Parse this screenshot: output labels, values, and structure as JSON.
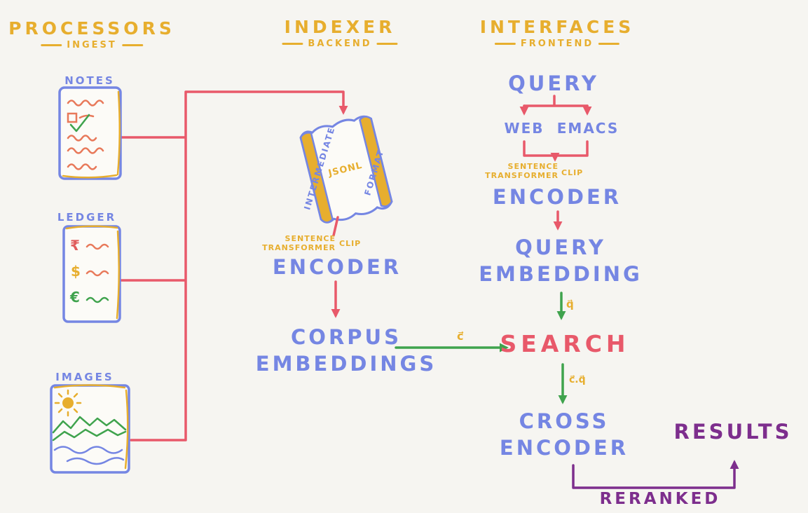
{
  "colors": {
    "yellow": "#e7ae2e",
    "blue": "#7586e3",
    "red": "#e8596a",
    "green": "#3fa34d",
    "purple": "#7d2e8d",
    "orange": "#e8795a"
  },
  "columns": {
    "processors": {
      "title": "PROCESSORS",
      "subtitle": "INGEST"
    },
    "indexer": {
      "title": "INDEXER",
      "subtitle": "BACKEND"
    },
    "interfaces": {
      "title": "INTERFACES",
      "subtitle": "FRONTEND"
    }
  },
  "processors": {
    "notes": "NOTES",
    "ledger": "LEDGER",
    "images": "IMAGES",
    "ledger_symbols": {
      "rupee": "₹",
      "dollar": "$",
      "euro": "€"
    }
  },
  "indexer": {
    "scroll": {
      "left": "INTERMEDIATE",
      "center": "JSONL",
      "right": "FORMAT"
    },
    "encoder_model_line1": "SENTENCE",
    "encoder_model_line2": "TRANSFORMER",
    "encoder_model_alt": "CLIP",
    "encoder": "ENCODER",
    "output_line1": "CORPUS",
    "output_line2": "EMBEDDINGS",
    "vector_label": "c⃗"
  },
  "interfaces": {
    "query": "QUERY",
    "clients": {
      "web": "WEB",
      "emacs": "EMACS"
    },
    "encoder_model_line1": "SENTENCE",
    "encoder_model_line2": "TRANSFORMER",
    "encoder_model_alt": "CLIP",
    "encoder": "ENCODER",
    "embedding_line1": "QUERY",
    "embedding_line2": "EMBEDDING",
    "query_vector_label": "q⃗",
    "search": "SEARCH",
    "similarity_label": "c⃗.q⃗",
    "cross_encoder_line1": "CROSS",
    "cross_encoder_line2": "ENCODER",
    "reranked": "RERANKED",
    "results": "RESULTS"
  }
}
